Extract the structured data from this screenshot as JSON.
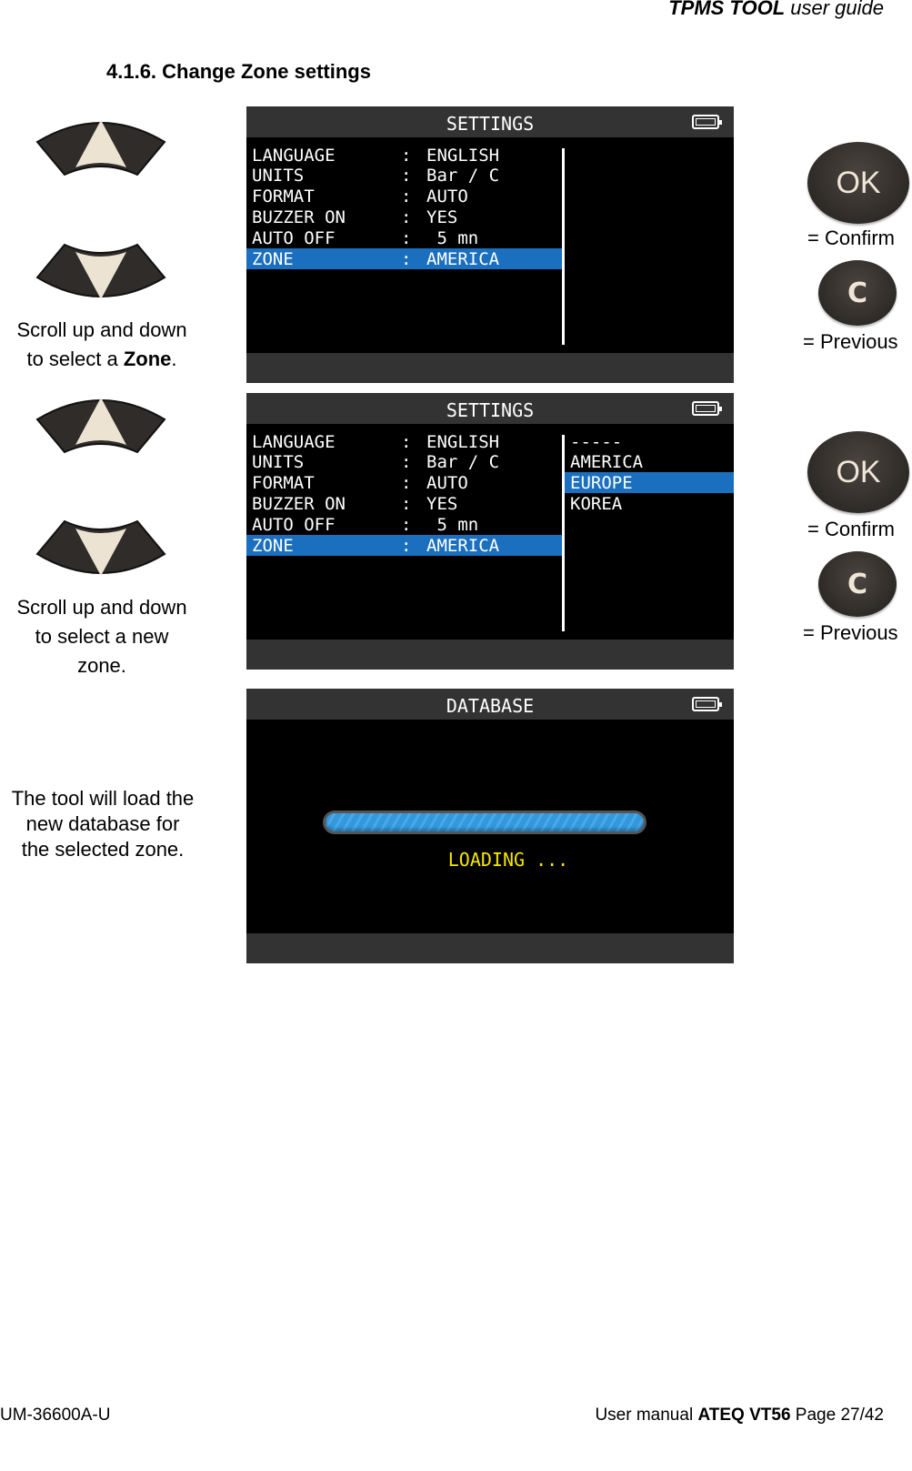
{
  "header": {
    "title_bold": "TPMS TOOL",
    "title_italic": " user guide"
  },
  "section": {
    "title": "4.1.6.  Change Zone settings"
  },
  "steps": [
    {
      "caption_parts": [
        "Scroll up and down",
        "to select a ",
        "Zone",
        "."
      ],
      "screen": {
        "title": "SETTINGS",
        "rows": [
          {
            "label": "LANGUAGE",
            "value": "ENGLISH",
            "selected": false
          },
          {
            "label": "UNITS",
            "value": "Bar / C",
            "selected": false
          },
          {
            "label": "FORMAT",
            "value": "AUTO",
            "selected": false
          },
          {
            "label": "BUZZER ON",
            "value": "YES",
            "selected": false
          },
          {
            "label": "AUTO OFF",
            "value": " 5 mn",
            "selected": false
          },
          {
            "label": "ZONE",
            "value": "AMERICA",
            "selected": true
          }
        ]
      },
      "buttons": {
        "ok": "OK",
        "ok_label": "= Confirm",
        "c": "C",
        "c_label": "= Previous"
      }
    },
    {
      "caption": [
        "Scroll up and down",
        "to select a new",
        "zone."
      ],
      "screen": {
        "title": "SETTINGS",
        "rows": [
          {
            "label": "LANGUAGE",
            "value": "ENGLISH",
            "selected": false
          },
          {
            "label": "UNITS",
            "value": "Bar / C",
            "selected": false
          },
          {
            "label": "FORMAT",
            "value": "AUTO",
            "selected": false
          },
          {
            "label": "BUZZER ON",
            "value": "YES",
            "selected": false
          },
          {
            "label": "AUTO OFF",
            "value": " 5 mn",
            "selected": false
          },
          {
            "label": "ZONE",
            "value": "AMERICA",
            "selected": true
          }
        ],
        "options": [
          {
            "label": "-----",
            "selected": false
          },
          {
            "label": "AMERICA",
            "selected": false
          },
          {
            "label": "EUROPE",
            "selected": true
          },
          {
            "label": "KOREA",
            "selected": false
          }
        ]
      },
      "buttons": {
        "ok": "OK",
        "ok_label": "= Confirm",
        "c": "C",
        "c_label": "= Previous"
      }
    },
    {
      "caption": [
        "The tool will load the",
        "new database for",
        "the selected zone."
      ],
      "screen": {
        "title": "DATABASE",
        "status": "LOADING ..."
      }
    }
  ],
  "colors": {
    "selection": "#1a6fbf",
    "loading_text": "#f5e600",
    "bar_bg": "#333333"
  },
  "footer": {
    "doc_id": "UM-36600A-U",
    "prefix": "User manual ",
    "product": "ATEQ VT56",
    "page": " Page 27/42"
  }
}
